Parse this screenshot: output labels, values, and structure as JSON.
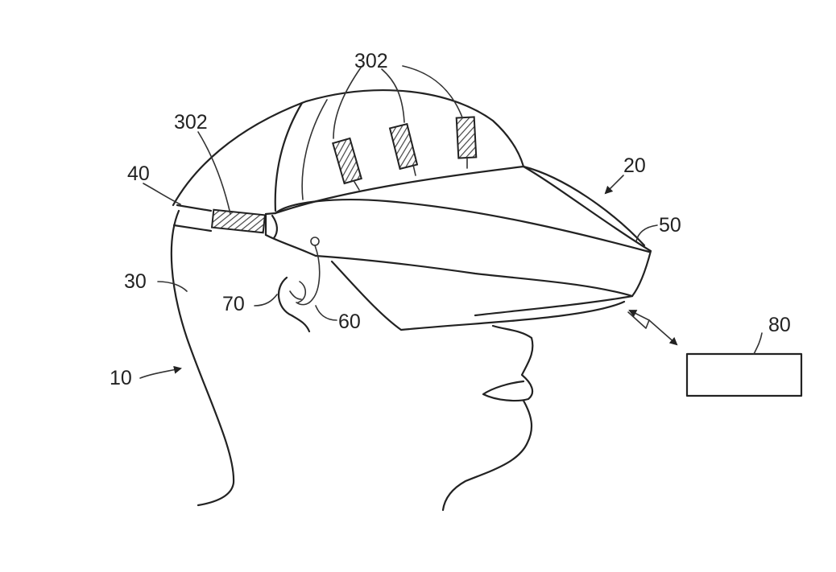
{
  "labels": {
    "ref_10": "10",
    "ref_20": "20",
    "ref_30": "30",
    "ref_40": "40",
    "ref_50": "50",
    "ref_60": "60",
    "ref_70": "70",
    "ref_80": "80",
    "ref_302_top": "302",
    "ref_302_left": "302"
  },
  "colors": {
    "line": "#222222",
    "background": "#ffffff"
  }
}
